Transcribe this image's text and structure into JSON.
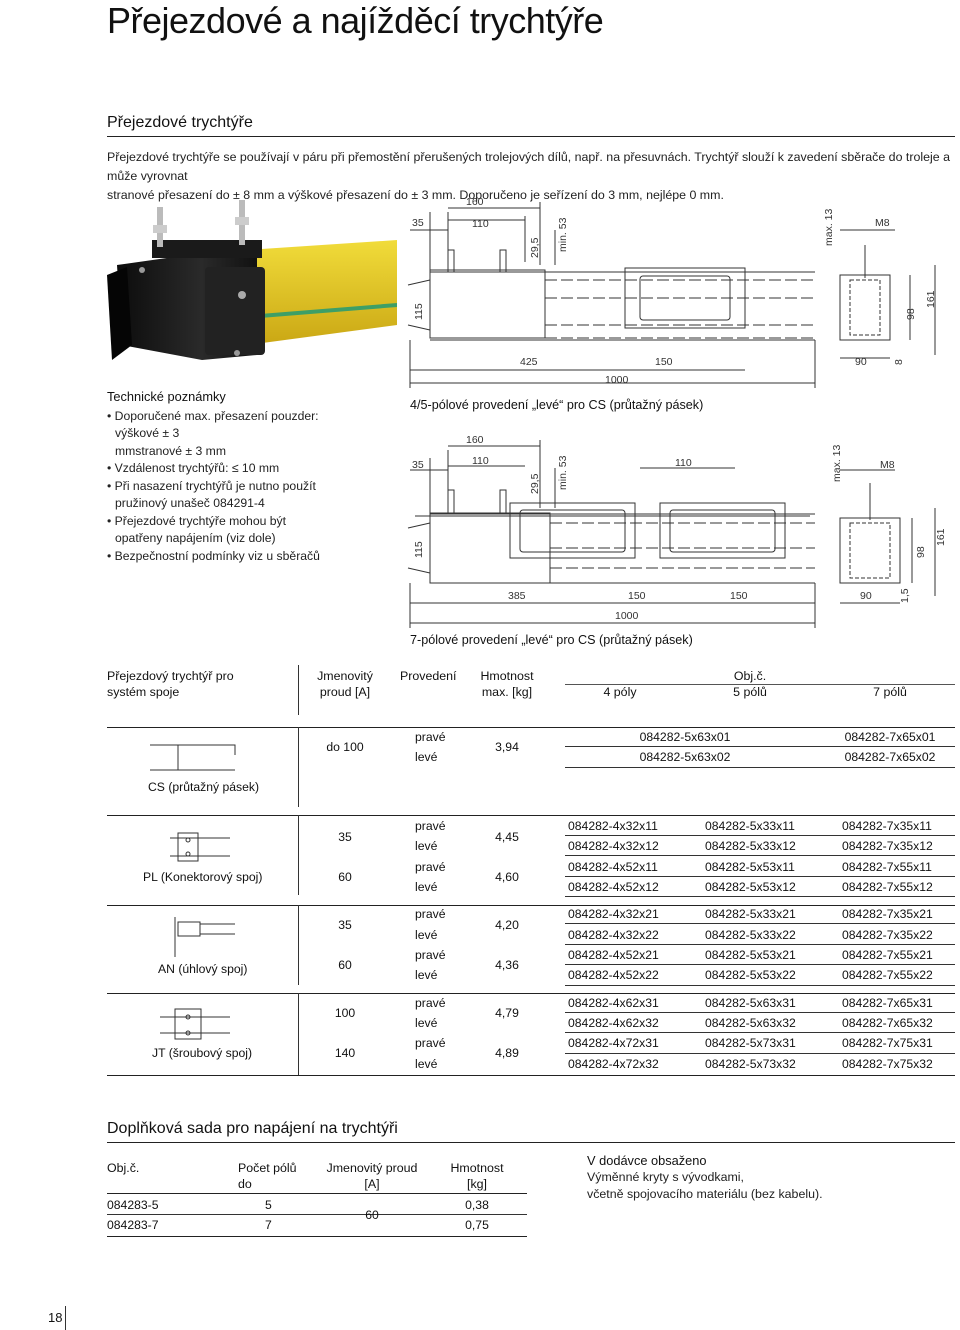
{
  "page": {
    "title": "Přejezdové a najížděcí trychtýře",
    "page_number": "18"
  },
  "section1": {
    "heading": "Přejezdové trychtýře",
    "paragraph_line1": "Přejezdové trychtýře se používají v páru při přemostění přerušených trolejových dílů, např. na přesuvnách. Trychtýř slouží k zavedení sběrače do troleje a může vyrovnat",
    "paragraph_line2": "stranové přesazení do ± 8 mm a výškové přesazení do ± 3 mm. Doporučeno je seřízení do 3 mm, nejlépe 0 mm."
  },
  "notes": {
    "heading": "Technické poznámky",
    "lines": [
      "• Doporučené max. přesazení pouzder:",
      "  výškové ± 3",
      "  mmstranové ± 3 mm",
      "• Vzdálenost trychtýřů: ≤ 10 mm",
      "• Při nasazení trychtýřů je nutno použít",
      "  pružinový unašeč 084291-4",
      "• Přejezdové trychtýře mohou být",
      "  opatřeny napájením (viz dole)",
      "• Bezpečnostní podmínky viz u sběračů"
    ]
  },
  "drawing1": {
    "caption": "4/5-pólové provedení „levé“ pro CS (průtažný pásek)",
    "dims": {
      "d35": "35",
      "d160": "160",
      "d110": "110",
      "d29_5": "29,5",
      "dmin53": "min. 53",
      "dmax13": "max. 13",
      "dM8": "M8",
      "d115": "115",
      "d98": "98",
      "d161": "161",
      "d425": "425",
      "d150": "150",
      "d1000": "1000",
      "d90": "90",
      "d8": "8"
    }
  },
  "drawing2": {
    "caption": "7-pólové provedení „levé“ pro CS (průtažný pásek)",
    "dims": {
      "d35": "35",
      "d160": "160",
      "d110a": "110",
      "d110b": "110",
      "d29_5": "29,5",
      "dmin53": "min. 53",
      "dmax13": "max. 13",
      "dM8": "M8",
      "d115": "115",
      "d98": "98",
      "d161": "161",
      "d385": "385",
      "d150a": "150",
      "d150b": "150",
      "d1000": "1000",
      "d90": "90",
      "d1_5": "1,5"
    }
  },
  "main_table": {
    "headers": {
      "system": "Přejezdový trychtýř pro systém spoje",
      "current": "Jmenovitý proud [A]",
      "variant": "Provedení",
      "weight": "Hmotnost max. [kg]",
      "objc": "Obj.č.",
      "p4": "4 póly",
      "p5": "5 pólů",
      "p7": "7 pólů"
    },
    "groups": [
      {
        "system": "CS (průtažný pásek)",
        "rows": [
          {
            "current": "do 100",
            "variant": "pravé",
            "weight": "3,94",
            "p45": "084282-5x63x01",
            "p7": "084282-7x65x01"
          },
          {
            "variant": "levé",
            "p45": "084282-5x63x02",
            "p7": "084282-7x65x02"
          }
        ]
      },
      {
        "system": "PL (Konektorový spoj)",
        "rows": [
          {
            "current": "35",
            "variant": "pravé",
            "weight": "4,45",
            "p4": "084282-4x32x11",
            "p5": "084282-5x33x11",
            "p7": "084282-7x35x11"
          },
          {
            "variant": "levé",
            "p4": "084282-4x32x12",
            "p5": "084282-5x33x12",
            "p7": "084282-7x35x12"
          },
          {
            "current": "60",
            "variant": "pravé",
            "weight": "4,60",
            "p4": "084282-4x52x11",
            "p5": "084282-5x53x11",
            "p7": "084282-7x55x11"
          },
          {
            "variant": "levé",
            "p4": "084282-4x52x12",
            "p5": "084282-5x53x12",
            "p7": "084282-7x55x12"
          }
        ]
      },
      {
        "system": "AN (úhlový spoj)",
        "rows": [
          {
            "current": "35",
            "variant": "pravé",
            "weight": "4,20",
            "p4": "084282-4x32x21",
            "p5": "084282-5x33x21",
            "p7": "084282-7x35x21"
          },
          {
            "variant": "levé",
            "p4": "084282-4x32x22",
            "p5": "084282-5x33x22",
            "p7": "084282-7x35x22"
          },
          {
            "current": "60",
            "variant": "pravé",
            "weight": "4,36",
            "p4": "084282-4x52x21",
            "p5": "084282-5x53x21",
            "p7": "084282-7x55x21"
          },
          {
            "variant": "levé",
            "p4": "084282-4x52x22",
            "p5": "084282-5x53x22",
            "p7": "084282-7x55x22"
          }
        ]
      },
      {
        "system": "JT (šroubový spoj)",
        "rows": [
          {
            "current": "100",
            "variant": "pravé",
            "weight": "4,79",
            "p4": "084282-4x62x31",
            "p5": "084282-5x63x31",
            "p7": "084282-7x65x31"
          },
          {
            "variant": "levé",
            "p4": "084282-4x62x32",
            "p5": "084282-5x63x32",
            "p7": "084282-7x65x32"
          },
          {
            "current": "140",
            "variant": "pravé",
            "weight": "4,89",
            "p4": "084282-4x72x31",
            "p5": "084282-5x73x31",
            "p7": "084282-7x75x31"
          },
          {
            "variant": "levé",
            "p4": "084282-4x72x32",
            "p5": "084282-5x73x32",
            "p7": "084282-7x75x32"
          }
        ]
      }
    ]
  },
  "section2": {
    "heading": "Doplňková sada pro napájení na trychtýři",
    "headers": {
      "objc": "Obj.č.",
      "poles": "Počet pólů do",
      "current": "Jmenovitý proud [A]",
      "weight": "Hmotnost [kg]"
    },
    "rows": [
      {
        "objc": "084283-5",
        "poles": "5",
        "weight": "0,38"
      },
      {
        "objc": "084283-7",
        "poles": "7",
        "weight": "0,75"
      }
    ],
    "shared_current": "60",
    "delivery_heading": "V dodávce obsaženo",
    "delivery_line1": "Výměnné kryty s vývodkami,",
    "delivery_line2": "včetně spojovacího materiálu (bez kabelu)."
  }
}
